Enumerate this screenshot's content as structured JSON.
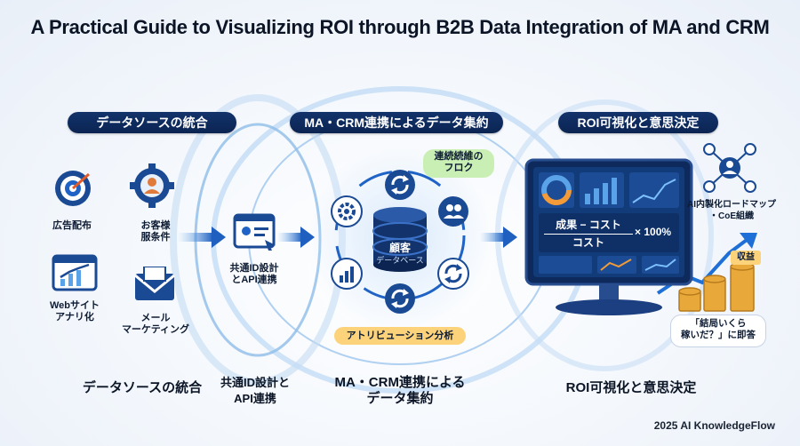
{
  "title": "A Practical Guide to Visualizing ROI through B2B Data Integration of MA and CRM",
  "stages": {
    "data_source": "データソースの統合",
    "ma_crm": "MA・CRM連携によるデータ集約",
    "roi": "ROI可視化と意思決定"
  },
  "sources": {
    "ads": "広告配布",
    "customer": "お客様\n服条件",
    "web": "Webサイト\nアナリ化",
    "email": "メール\nマーケティング"
  },
  "common_id": "共通ID設計\nとAPI連携",
  "callout_flow": "連続続維の\nフロク",
  "db_label": "顧客",
  "db_sublabel": "データベース",
  "attribution": "アトリビューション分析",
  "formula": {
    "numerator": "成果 − コスト",
    "denominator": "コスト",
    "multiplier": "× 100%"
  },
  "ai_roadmap": "AI内製化ロードマップ\n・CoE組織",
  "revenue_tag": "収益",
  "quote": "「結局いくら\n稼いだ？」に即答",
  "bottom_labels": {
    "data_source": "データソースの統合",
    "common_id": "共通ID設計と\nAPI連携",
    "ma_crm": "MA・CRM連携による\nデータ集約",
    "roi": "ROI可視化と意思決定"
  },
  "footer": "2025 AI KnowledgeFlow",
  "colors": {
    "navy": "#0b2452",
    "blue": "#1f63c6",
    "light_blue": "#5aa3e8",
    "green_callout": "#c9efb4",
    "orange_callout": "#fcd37a",
    "gold": "#e9a93a"
  }
}
